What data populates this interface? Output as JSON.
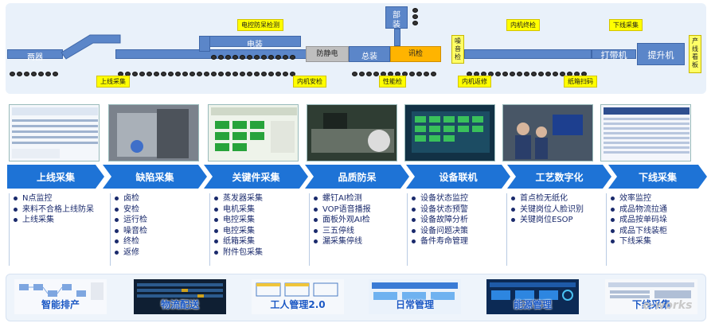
{
  "line_diagram": {
    "segments": {
      "liangqi": "两器",
      "dianzhuang": "电装",
      "zongzhuang": "总装",
      "bu": "部",
      "zhuang": "装",
      "tiaodaiji": "打带机",
      "tishengji": "提升机"
    },
    "gray_box": "防静电",
    "orange_box": "讯检",
    "vertical_box_1": "噪音检",
    "vertical_box_2": "产线看板",
    "stations": {
      "dianzhi_jiance": "电控防呆检测",
      "neiji_zhongjian": "内机终检",
      "xiaxian_caiji_top": "下线采集",
      "shangxian_caiji": "上线采集",
      "neiji_anjian": "内机安检",
      "xingneng_jian": "性能检",
      "neiji_fanxiu": "内机返修",
      "zhixiang_saoma": "纸箱扫码"
    }
  },
  "stages": [
    {
      "title": "上线采集",
      "items": [
        "N点监控",
        "来料不合格上线防呆",
        "上线采集"
      ]
    },
    {
      "title": "缺陷采集",
      "items": [
        "卤检",
        "安检",
        "运行检",
        "噪音检",
        "终检",
        "返修"
      ]
    },
    {
      "title": "关键件采集",
      "items": [
        "蒸发器采集",
        "电机采集",
        "电控采集",
        "电控采集",
        "纸箱采集",
        "附件包采集"
      ]
    },
    {
      "title": "品质防呆",
      "items": [
        "螺钉AI检测",
        "VOP语音播报",
        "面板外观AI检",
        "三五停线",
        "漏采集停线"
      ]
    },
    {
      "title": "设备联机",
      "items": [
        "设备状态监控",
        "设备状态预警",
        "设备故障分析",
        "设备问题决策",
        "备件寿命管理"
      ]
    },
    {
      "title": "工艺数字化",
      "items": [
        "首点检无纸化",
        "关键岗位人脸识别",
        "关键岗位ESOP"
      ]
    },
    {
      "title": "下线采集",
      "items": [
        "效率监控",
        "成品物流拉通",
        "成品按单码垛",
        "成品下线装柜",
        "下线采集"
      ]
    }
  ],
  "systems": [
    {
      "label": "智能排产"
    },
    {
      "label": "物流配送"
    },
    {
      "label": "工人管理2.0"
    },
    {
      "label": "日常管理"
    },
    {
      "label": "能源管理"
    },
    {
      "label": "下线采集"
    }
  ],
  "watermark": "e-works",
  "colors": {
    "chevron": "#1e73d6",
    "line": "#5b86c9",
    "station_tag": "#ffff00",
    "system_label": "#1b58c4"
  }
}
